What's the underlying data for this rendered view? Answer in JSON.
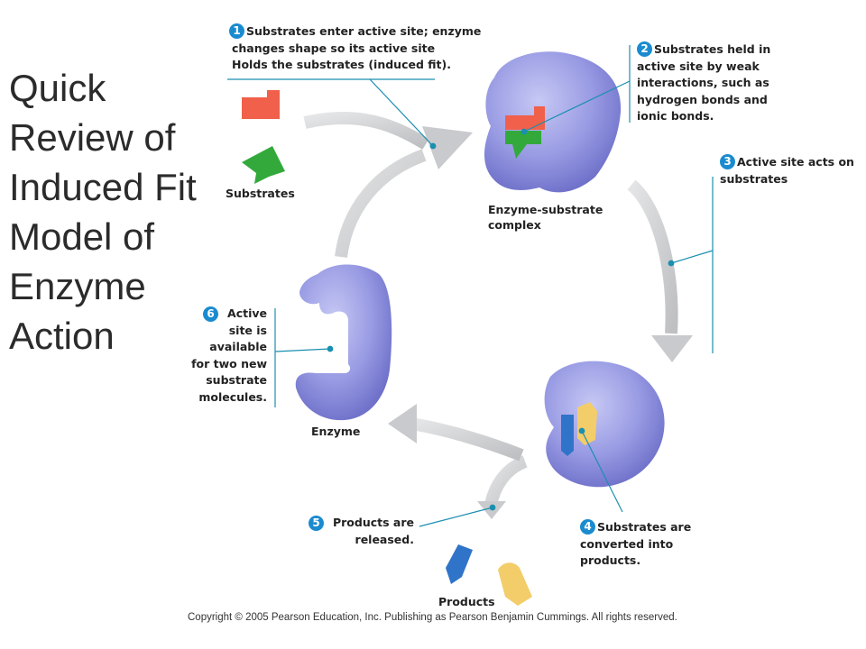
{
  "title": {
    "lines": [
      "Quick",
      "Review of",
      "Induced Fit",
      "Model of",
      "Enzyme",
      "Action"
    ]
  },
  "steps": [
    {
      "number": "1",
      "lines": [
        "Substrates enter active site; enzyme",
        "changes shape so its active site",
        "Holds the substrates (induced fit)."
      ]
    },
    {
      "number": "2",
      "lines": [
        "Substrates held in",
        "active site by weak",
        "interactions, such as",
        "hydrogen bonds and",
        "ionic bonds."
      ]
    },
    {
      "number": "3",
      "lines": [
        "Active site acts on",
        "substrates"
      ]
    },
    {
      "number": "4",
      "lines": [
        "Substrates are",
        "converted into",
        "products."
      ]
    },
    {
      "number": "5",
      "lines": [
        "Products are",
        "released."
      ]
    },
    {
      "number": "6",
      "lines": [
        "Active",
        "site is",
        "available",
        "for two new",
        "substrate",
        "molecules."
      ]
    }
  ],
  "labels": {
    "substrates": "Substrates",
    "complex": [
      "Enzyme-substrate",
      "complex"
    ],
    "enzyme": "Enzyme",
    "products": "Products"
  },
  "copyright": "Copyright © 2005 Pearson Education, Inc. Publishing as Pearson Benjamin Cummings. All rights reserved.",
  "colors": {
    "enzyme": "#8d8fdc",
    "substrate_red": "#f0604a",
    "substrate_green": "#33a93c",
    "product_blue": "#2f74c8",
    "product_yellow": "#f3cd6a",
    "arrow": "#cfd0d2",
    "leader": "#1a8fb0",
    "step_number": "#1b8bd0"
  }
}
